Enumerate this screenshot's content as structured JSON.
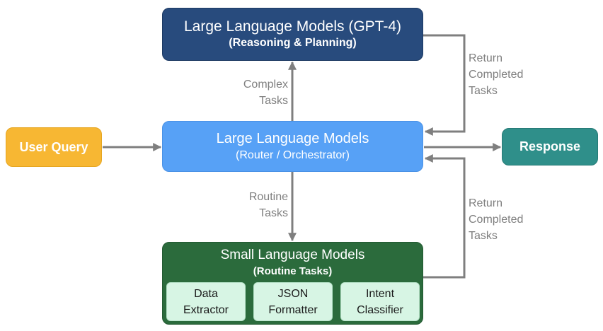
{
  "nodes": {
    "llm_top": {
      "title": "Large Language Models (GPT-4)",
      "subtitle": "(Reasoning & Planning)"
    },
    "router": {
      "title": "Large Language Models",
      "subtitle": "(Router / Orchestrator)"
    },
    "user_query": {
      "label": "User Query"
    },
    "response": {
      "label": "Response"
    },
    "slm": {
      "title": "Small Language Models",
      "subtitle": "(Routine Tasks)",
      "subtasks": [
        {
          "line1": "Data",
          "line2": "Extractor"
        },
        {
          "line1": "JSON",
          "line2": "Formatter"
        },
        {
          "line1": "Intent",
          "line2": "Classifier"
        }
      ]
    }
  },
  "edges": {
    "complex": {
      "line1": "Complex",
      "line2": "Tasks"
    },
    "routine": {
      "line1": "Routine",
      "line2": "Tasks"
    },
    "return_top": {
      "line1": "Return",
      "line2": "Completed",
      "line3": "Tasks"
    },
    "return_bottom": {
      "line1": "Return",
      "line2": "Completed",
      "line3": "Tasks"
    }
  },
  "colors": {
    "llm_top": "#284b7d",
    "router": "#57a1f6",
    "user_query": "#f7b733",
    "response": "#2f8f8a",
    "slm": "#2b6b3c",
    "subtask": "#d7f5e4",
    "arrow": "#7f7f7f"
  }
}
